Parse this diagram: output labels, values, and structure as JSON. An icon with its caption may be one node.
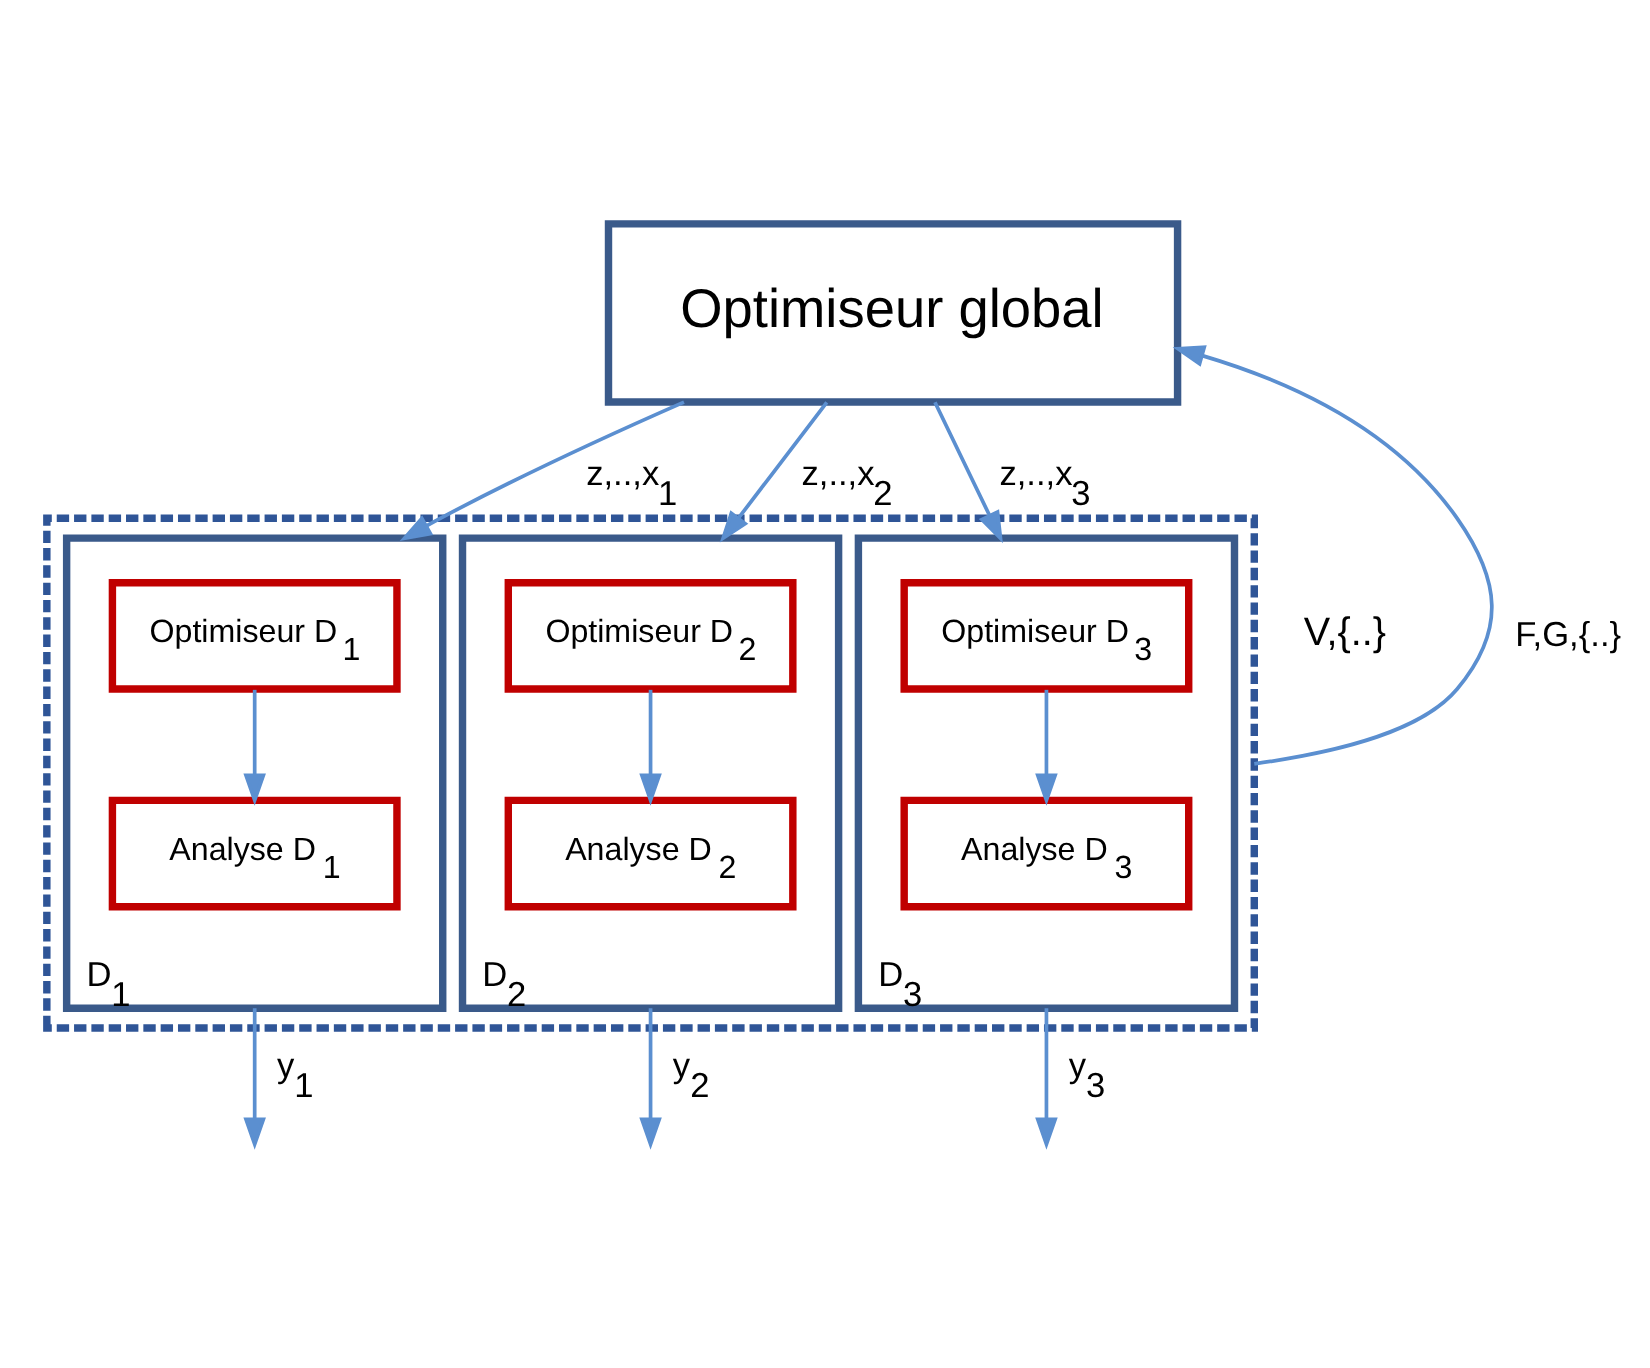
{
  "diagram": {
    "nodes": [
      {
        "text": [
          "Optimiseur global"
        ]
      },
      {
        "text": [],
        "shape": "box"
      },
      {
        "text": [
          "D$_{1}$"
        ],
        "in": 1
      },
      {
        "text": [
          "Optimiseur D$_{1}$"
        ],
        "in": 2
      },
      {
        "text": [
          "Analyse D$_{1}$"
        ],
        "in": 2
      },
      {
        "text": [
          "D$_{2}$"
        ],
        "in": 1
      },
      {
        "text": [
          "Optimiseur D$_{2}$"
        ],
        "in": 5
      },
      {
        "text": [
          "Analyse D$_{2}$"
        ],
        "in": 5
      },
      {
        "text": [
          "D$_{3}$"
        ],
        "in": 1
      },
      {
        "text": [
          "Optimiseur D$_{3}$"
        ],
        "in": 8
      },
      {
        "text": [
          "Analyse D$_{3}$"
        ],
        "in": 8
      }
    ],
    "edges": [
      {
        "from": 0,
        "to": 2,
        "arrow": "to",
        "label": "z,..,x$_{1}$"
      },
      {
        "from": 0,
        "to": 5,
        "arrow": "to",
        "label": "z,..,x$_{2}$"
      },
      {
        "from": 0,
        "to": 8,
        "arrow": "to",
        "label": "z,..,x$_{3}$"
      },
      {
        "from": 1,
        "to": 0,
        "arrow": "to",
        "label": "F,G,{..}"
      },
      {
        "from": 3,
        "to": 4,
        "arrow": "to"
      },
      {
        "from": 6,
        "to": 7,
        "arrow": "to"
      },
      {
        "from": 9,
        "to": 10,
        "arrow": "to"
      },
      {
        "from": 2,
        "to": null,
        "arrow": "to",
        "label": "y$_{1}$"
      },
      {
        "from": 5,
        "to": null,
        "arrow": "to",
        "label": "y$_{2}$"
      },
      {
        "from": 8,
        "to": null,
        "arrow": "to",
        "label": "y$_{3}$"
      }
    ],
    "labels": [
      "V,{..}"
    ]
  }
}
